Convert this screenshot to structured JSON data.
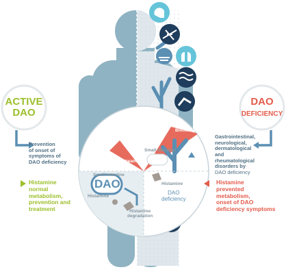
{
  "left_badge": {
    "line1": "ACTIVE",
    "line2": "DAO",
    "color": "#9cbf2b"
  },
  "right_badge": {
    "line1": "DAO",
    "line2": "DEFICIENCY",
    "color": "#e35b4b"
  },
  "left_note": {
    "line1": "Prevention",
    "line2": "of onset of",
    "line3": "symptoms of",
    "line4": "DAO deficiency"
  },
  "right_note": {
    "line1": "Gastrointestinal,",
    "line2": "neurological,",
    "line3": "dermatological",
    "line4": "and",
    "line5": "rheumatological",
    "line6": "disorders by",
    "line7": "DAO deficiency"
  },
  "left_outcome": {
    "line1": "Histamine",
    "line2": "normal",
    "line3": "metabolism,",
    "line4": "prevention and",
    "line5": "treatment"
  },
  "right_outcome": {
    "line1": "Histamine",
    "line2": "prevented",
    "line3": "metabolism,",
    "line4": "onset of DAO",
    "line5": "deficiency symptoms"
  },
  "zoom_left": {
    "bloodstream": "Bloodstream",
    "small_intestine": "Small intestine",
    "dao": "DAO",
    "histamine": "Histamine",
    "degradation1": "Histamine",
    "degradation2": "degradation"
  },
  "zoom_right": {
    "bloodstream": "Bloodstream",
    "small_intestine": "Small intestine",
    "histamine": "Histamine",
    "dao1": "DAO",
    "dao2": "deficiency"
  },
  "colors": {
    "body": "#8fb3c2",
    "dark_blue": "#1f3d5c",
    "mid_blue": "#5b8fb3",
    "light_teal": "#65c4d9",
    "green": "#9cbf2b",
    "red": "#e35b4b",
    "text": "#4f6f83"
  },
  "icons": [
    "brain-icon",
    "nerve-icon",
    "skin-icon",
    "lungs-icon",
    "cold-icon",
    "joint-icon",
    "intestine-icon"
  ]
}
